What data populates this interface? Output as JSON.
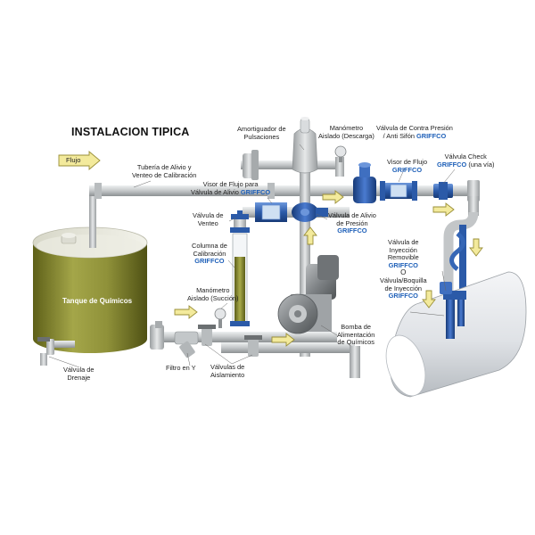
{
  "title": "INSTALACION TIPICA",
  "legend": {
    "flow": "Flujo"
  },
  "brand": "GRIFFCO",
  "tank": {
    "line1": "Tanque de",
    "line2": "Químicos"
  },
  "labels": {
    "relief_line": [
      "Tubería de Alivio y",
      "Venteo de Calibración"
    ],
    "dampener": [
      "Amortiguador de",
      "Pulsaciones"
    ],
    "gauge_discharge": [
      "Manómetro",
      "Aislado (Descarga)"
    ],
    "back_pressure": [
      "Válvula de Contra Presión",
      "/ Anti Sifón"
    ],
    "flow_sight": [
      "Visor de Flujo"
    ],
    "check_valve": [
      "Válvula Check",
      "(una vía)"
    ],
    "flow_sight_relief": [
      "Visor de Flujo para",
      "Válvula de Alivio"
    ],
    "vent_valve": [
      "Válvula de",
      "Venteo"
    ],
    "pressure_relief": [
      "Válvula de Alivio",
      "de Presión"
    ],
    "calibration_column": [
      "Columna de",
      "Calibración"
    ],
    "gauge_suction": [
      "Manómetro",
      "Aislado (Succión)"
    ],
    "injection_removable": [
      "Válvula de",
      "Inyección",
      "Removible"
    ],
    "or": "O",
    "injection_nozzle": [
      "Válvula/Boquilla",
      "de Inyección"
    ],
    "pump": [
      "Bomba de",
      "Alimentación",
      "de Químicos"
    ],
    "drain_valve": [
      "Válvula de",
      "Drenaje"
    ],
    "y_strainer": "Filtro en Y",
    "isolation_valves": [
      "Válvulas de",
      "Aislamiento"
    ]
  },
  "colors": {
    "tank_fill": "#8f9139",
    "pipe": "#c9cccd",
    "valve_blue": "#2b5aa8",
    "arrow_fill": "#f3ea9c",
    "brand": "#1d5fb8"
  }
}
